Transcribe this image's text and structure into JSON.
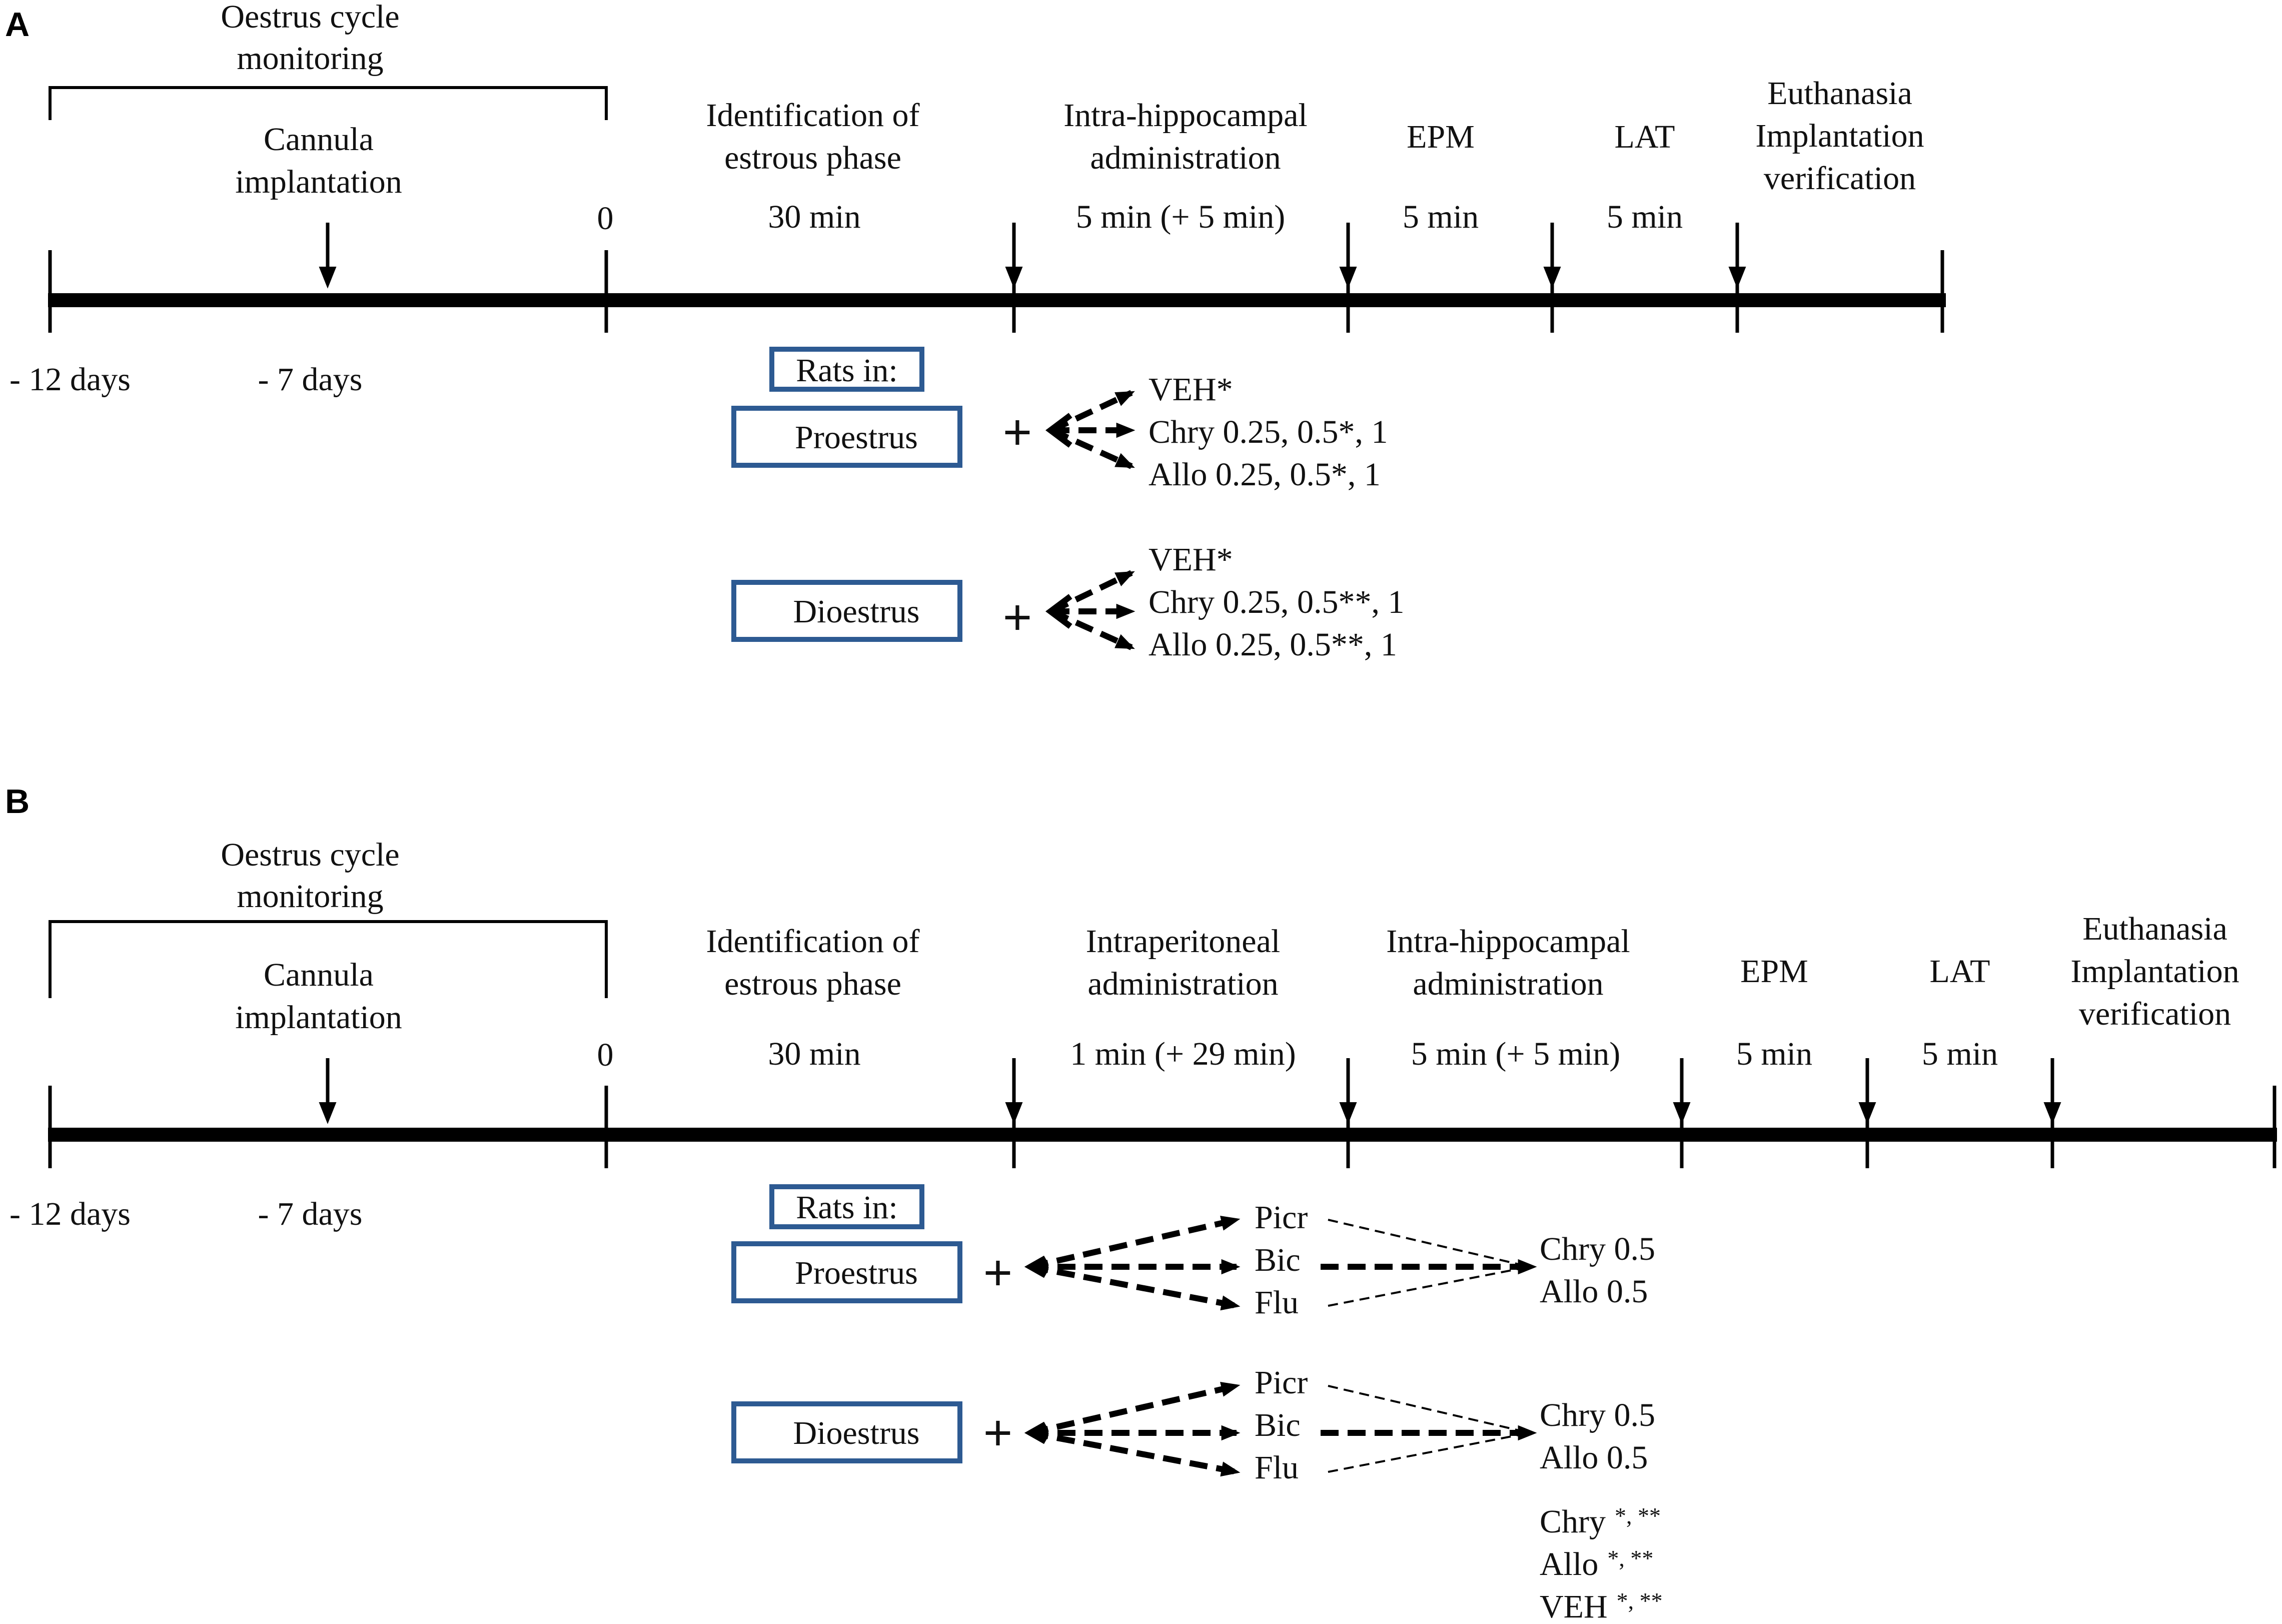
{
  "panel_a": {
    "label": "A",
    "oestrus_cycle": [
      "Oestrus cycle",
      "monitoring"
    ],
    "cannula": [
      "Cannula",
      "implantation"
    ],
    "zero": "0",
    "identification": [
      "Identification of",
      "estrous phase"
    ],
    "identification_time": "30 min",
    "admin": [
      "Intra-hippocampal",
      "administration"
    ],
    "admin_time": "5 min (+ 5 min)",
    "epm": "EPM",
    "epm_time": "5 min",
    "lat": "LAT",
    "lat_time": "5 min",
    "euthanasia": [
      "Euthanasia",
      "Implantation",
      "verification"
    ],
    "day_minus12": "- 12 days",
    "day_minus7": "- 7 days",
    "rats_in": "Rats in:",
    "proestrus": "Proestrus",
    "dioestrus": "Dioestrus",
    "plus": "+",
    "proestrus_treatments": [
      "VEH*",
      "Chry 0.25, 0.5*, 1",
      "Allo 0.25, 0.5*, 1"
    ],
    "dioestrus_treatments": [
      "VEH*",
      "Chry 0.25, 0.5**, 1",
      "Allo 0.25, 0.5**, 1"
    ]
  },
  "panel_b": {
    "label": "B",
    "oestrus_cycle": [
      "Oestrus cycle",
      "monitoring"
    ],
    "cannula": [
      "Cannula",
      "implantation"
    ],
    "zero": "0",
    "identification": [
      "Identification of",
      "estrous phase"
    ],
    "identification_time": "30 min",
    "ip_admin": [
      "Intraperitoneal",
      "administration"
    ],
    "ip_time": "1 min (+ 29 min)",
    "ih_admin": [
      "Intra-hippocampal",
      "administration"
    ],
    "ih_time": "5 min (+ 5 min)",
    "epm": "EPM",
    "epm_time": "5 min",
    "lat": "LAT",
    "lat_time": "5 min",
    "euthanasia": [
      "Euthanasia",
      "Implantation",
      "verification"
    ],
    "day_minus12": "- 12 days",
    "day_minus7": "- 7 days",
    "rats_in": "Rats in:",
    "proestrus": "Proestrus",
    "dioestrus": "Dioestrus",
    "plus": "+",
    "antagonists": [
      "Picr",
      "Bic",
      "Flu"
    ],
    "targets": [
      "Chry 0.5",
      "Allo 0.5"
    ],
    "controls": [
      {
        "name": "Chry",
        "mark": "*, **"
      },
      {
        "name": "Allo",
        "mark": "*, **"
      },
      {
        "name": "VEH",
        "mark": "*, **"
      }
    ]
  }
}
